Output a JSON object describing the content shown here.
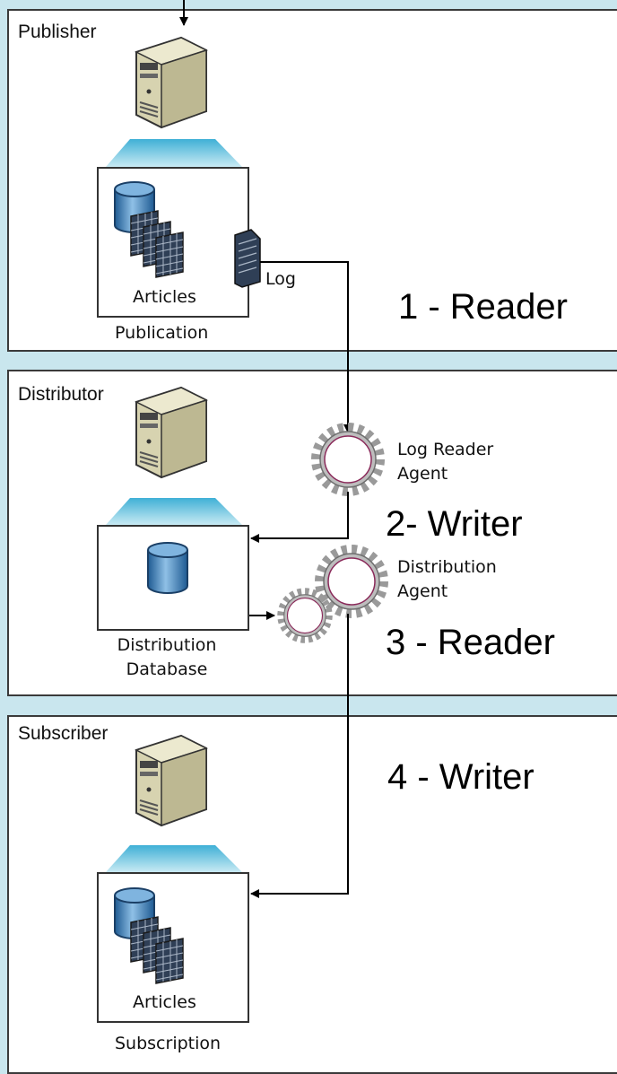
{
  "publisher": {
    "role_label": "Publisher",
    "content_label": "Articles",
    "container_label": "Publication",
    "log_label": "Log",
    "step_label": "1 - Reader"
  },
  "distributor": {
    "role_label": "Distributor",
    "log_reader_agent_label": "Log Reader\nAgent",
    "step_write_label": "2- Writer",
    "database_label": "Distribution\nDatabase",
    "distribution_agent_label": "Distribution\nAgent",
    "step_read_label": "3 - Reader"
  },
  "subscriber": {
    "role_label": "Subscriber",
    "step_label": "4 - Writer",
    "content_label": "Articles",
    "container_label": "Subscription"
  },
  "colors": {
    "background": "#c9e6ee",
    "panel": "#ffffff",
    "server_body": "#e6e3c3",
    "database": "#3f7fb8",
    "gear": "#9a9a9a"
  }
}
